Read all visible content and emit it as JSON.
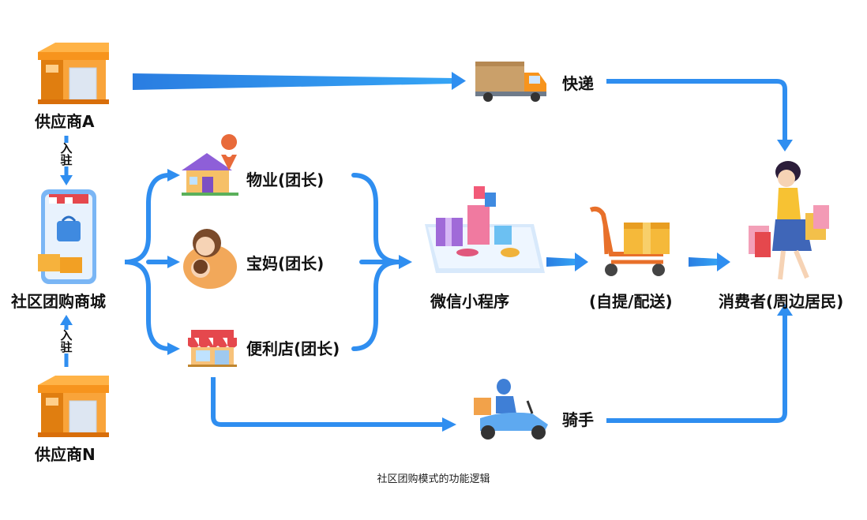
{
  "nodes": {
    "supplier_a": "供应商A",
    "supplier_n": "供应商N",
    "group_mall": "社区团购商城",
    "property": "物业(团长)",
    "mom": "宝妈(团长)",
    "store": "便利店(团长)",
    "mini_program": "微信小程序",
    "pickup": "(自提/配送)",
    "consumer": "消费者(周边居民)",
    "express": "快递",
    "rider": "骑手"
  },
  "edges": {
    "join_top": "入驻",
    "join_bottom": "入驻"
  },
  "caption": "社区团购模式的功能逻辑",
  "colors": {
    "arrow": "#2f8ef0",
    "shop_orange": "#f7941d",
    "text": "#111111"
  }
}
